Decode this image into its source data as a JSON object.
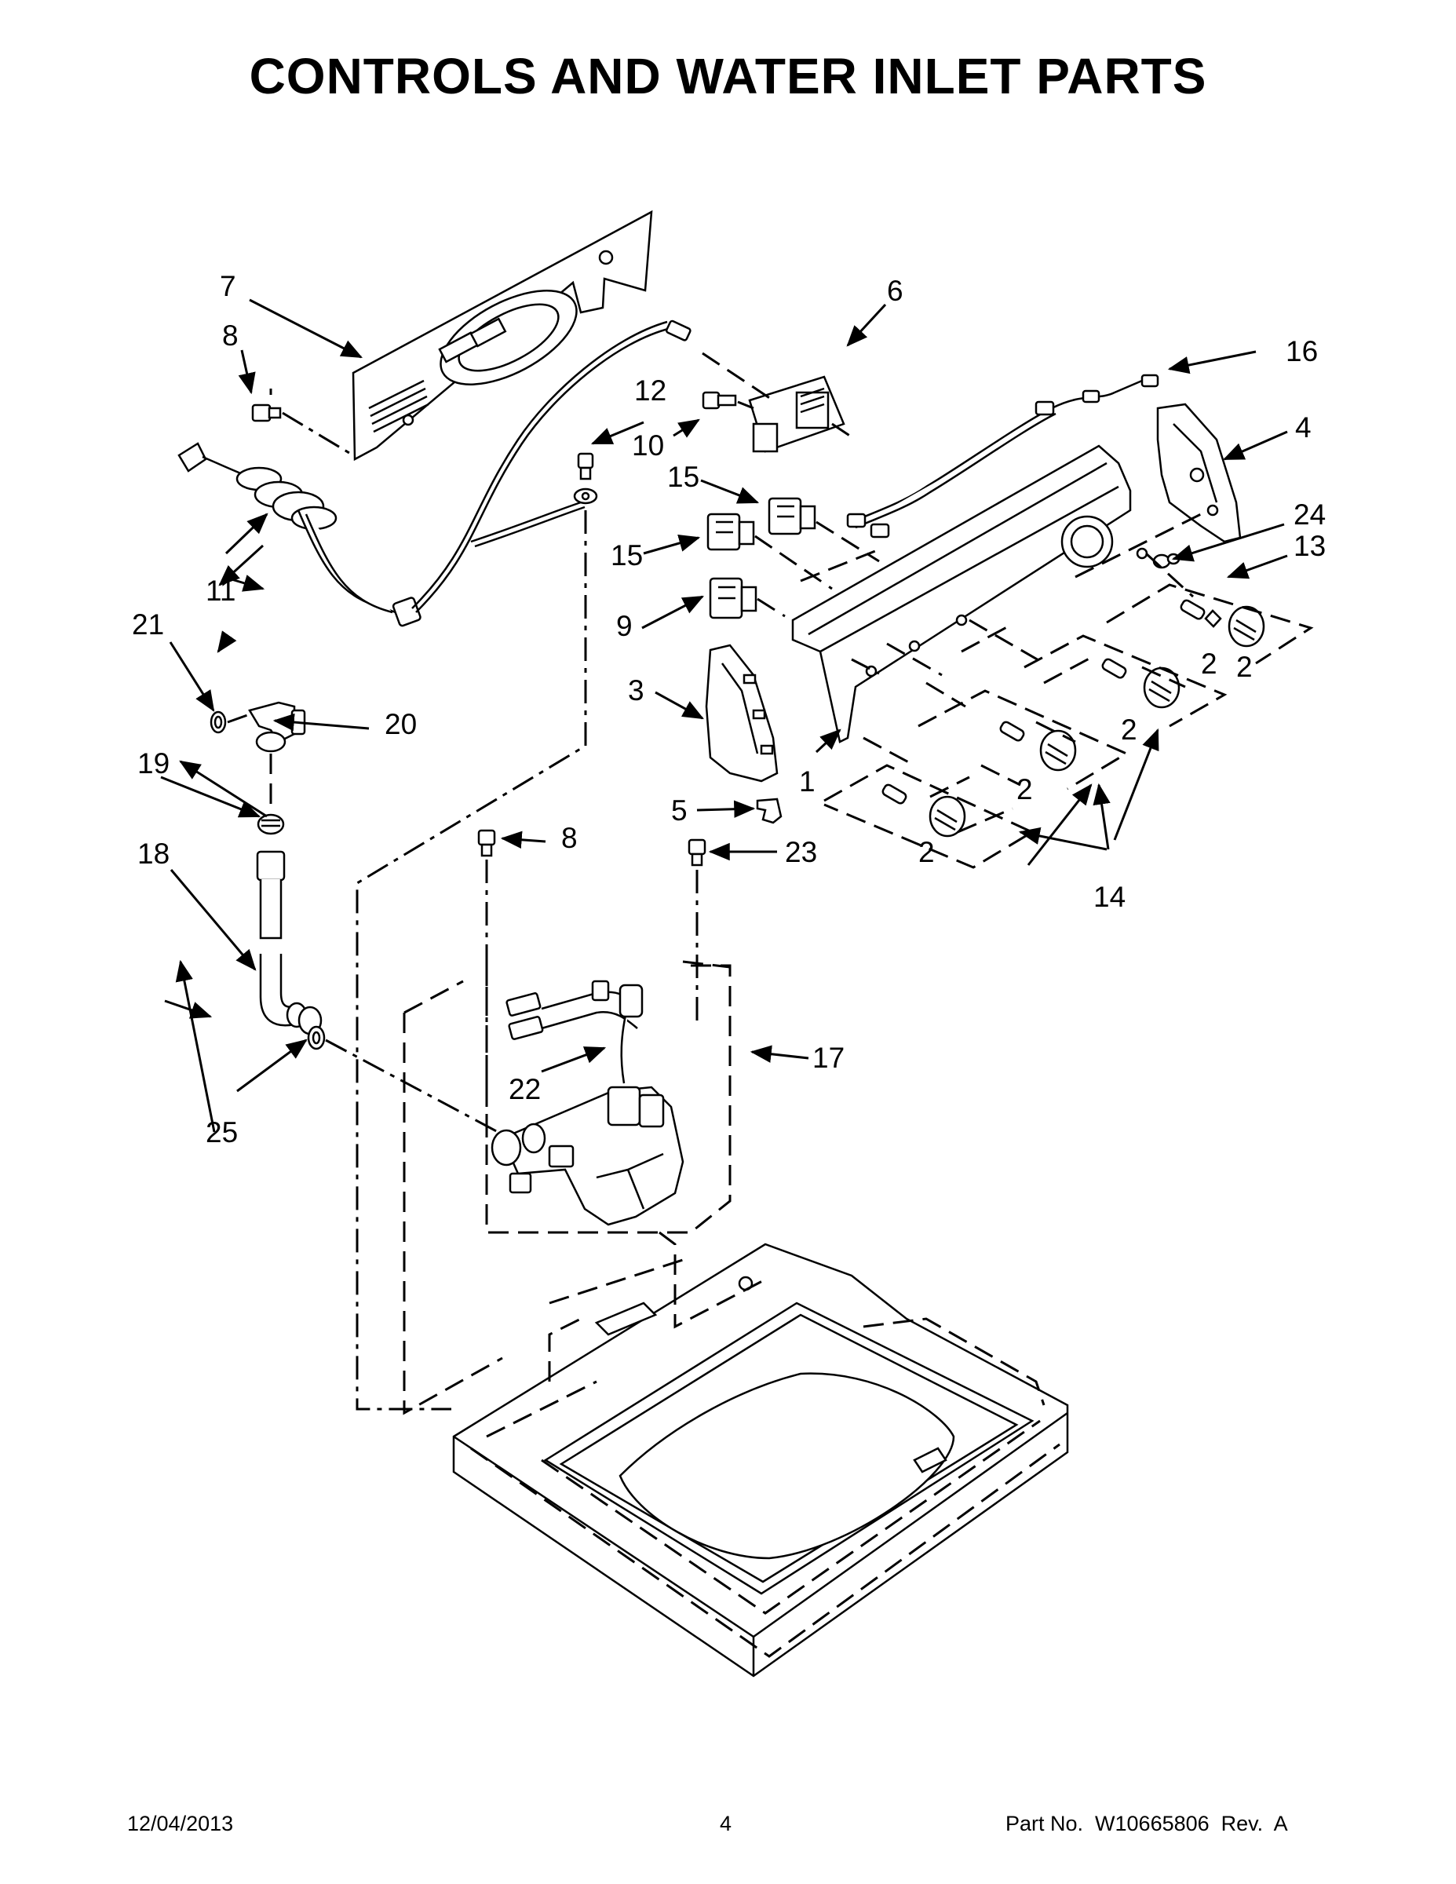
{
  "title": "CONTROLS AND WATER INLET PARTS",
  "callouts": [
    {
      "id": "c1",
      "text": "1"
    },
    {
      "id": "c2a",
      "text": "2"
    },
    {
      "id": "c2b",
      "text": "2"
    },
    {
      "id": "c2c",
      "text": "2"
    },
    {
      "id": "c2d",
      "text": "2"
    },
    {
      "id": "c2e",
      "text": "2"
    },
    {
      "id": "c3",
      "text": "3"
    },
    {
      "id": "c4",
      "text": "4"
    },
    {
      "id": "c5",
      "text": "5"
    },
    {
      "id": "c6",
      "text": "6"
    },
    {
      "id": "c7",
      "text": "7"
    },
    {
      "id": "c8a",
      "text": "8"
    },
    {
      "id": "c8b",
      "text": "8"
    },
    {
      "id": "c9",
      "text": "9"
    },
    {
      "id": "c10",
      "text": "10"
    },
    {
      "id": "c11",
      "text": "11"
    },
    {
      "id": "c12",
      "text": "12"
    },
    {
      "id": "c13",
      "text": "13"
    },
    {
      "id": "c14",
      "text": "14"
    },
    {
      "id": "c15a",
      "text": "15"
    },
    {
      "id": "c15b",
      "text": "15"
    },
    {
      "id": "c16",
      "text": "16"
    },
    {
      "id": "c17",
      "text": "17"
    },
    {
      "id": "c18",
      "text": "18"
    },
    {
      "id": "c19",
      "text": "19"
    },
    {
      "id": "c20",
      "text": "20"
    },
    {
      "id": "c21",
      "text": "21"
    },
    {
      "id": "c22",
      "text": "22"
    },
    {
      "id": "c23",
      "text": "23"
    },
    {
      "id": "c24",
      "text": "24"
    },
    {
      "id": "c25",
      "text": "25"
    }
  ],
  "footer": {
    "date": "12/04/2013",
    "page": "4",
    "part_no": "Part No.  W10665806  Rev.  A"
  }
}
